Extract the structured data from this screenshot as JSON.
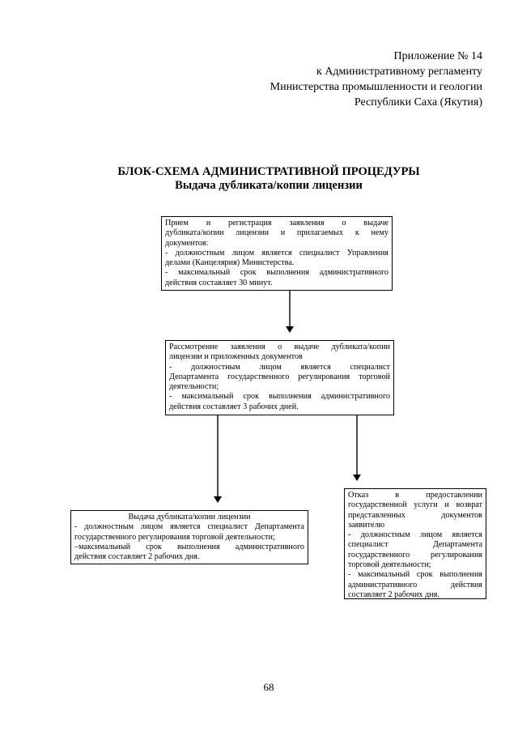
{
  "appendix": {
    "line1": "Приложение № 14",
    "line2": "к Административному регламенту",
    "line3": "Министерства промышленности и геологии",
    "line4": "Республики Саха (Якутия)"
  },
  "title": {
    "main": "БЛОК-СХЕМА АДМИНИСТРАТИВНОЙ ПРОЦЕДУРЫ",
    "sub": "Выдача дубликата/копии лицензии"
  },
  "boxes": {
    "reception": {
      "lines": [
        "Прием и регистрация заявления о выдаче",
        "дубликата/копии лицензии и прилагаемых к нему",
        "документов:",
        "- должностным лицом является специалист Управления",
        "делами (Канцелярия) Министерства.",
        "- максимальный срок выполнения административного",
        "действия составляет 30 минут."
      ]
    },
    "review": {
      "lines": [
        "Рассмотрение заявления о выдаче дубликата/копии",
        "лицензии и приложенных документов",
        "- должностным лицом является специалист",
        "Департамента государственного регулирования торговой",
        "деятельности;",
        "- максимальный срок выполнения административного",
        "действия составляет 3 рабочих дней."
      ]
    },
    "issue": {
      "lines": [
        "Выдача дубликата/копии лицензии",
        "- должностным лицом является специалист Департамента",
        "государственного регулирования торговой деятельности;",
        "–максимальный срок выполнения административного",
        "действия составляет 2 рабочих дня."
      ]
    },
    "refusal": {
      "lines": [
        "Отказ в предоставлении",
        "государственной услуги и возврат",
        "представленных документов",
        "заявителю",
        "- должностным лицом является",
        "специалист Департамента",
        "государственного регулирования",
        "торговой деятельности;",
        "- максимальный срок выполнения",
        "административного действия",
        "составляет 2 рабочих дня."
      ]
    }
  },
  "page_number": "68"
}
